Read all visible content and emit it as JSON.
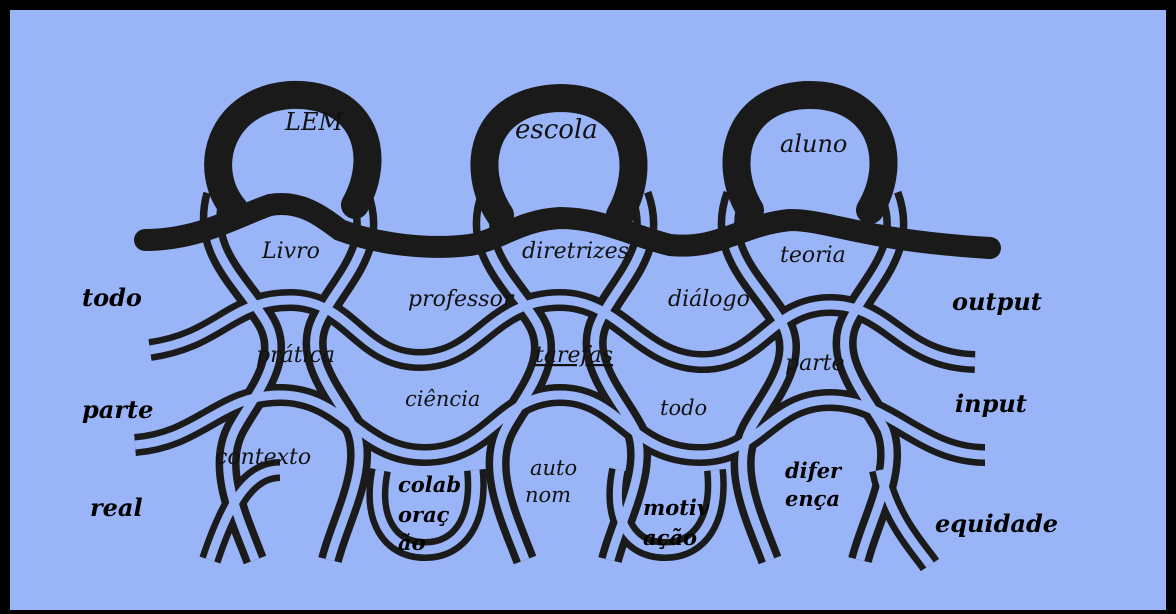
{
  "top_loops": [
    "LEM",
    "escola",
    "aluno"
  ],
  "row1": [
    "Livro",
    "diretrizes",
    "teoria"
  ],
  "row2": [
    "prática",
    "tarefas",
    "parte"
  ],
  "row2_upper": [
    "professor",
    "diálogo"
  ],
  "row3_upper": [
    "ciência",
    "todo"
  ],
  "row3": [
    "contexto"
  ],
  "row4": {
    "auto": "auto",
    "nom": "nom",
    "colab": [
      "colab",
      "oraç",
      "ão"
    ],
    "motiv": [
      "motiv",
      "ação"
    ],
    "difer": [
      "difer",
      "ença"
    ]
  },
  "left_labels": [
    "todo",
    "parte",
    "real"
  ],
  "right_labels": [
    "output",
    "input",
    "equidade"
  ],
  "colors": {
    "background": "#99b4f7",
    "border": "#000000",
    "ink": "#1b1b1b"
  }
}
